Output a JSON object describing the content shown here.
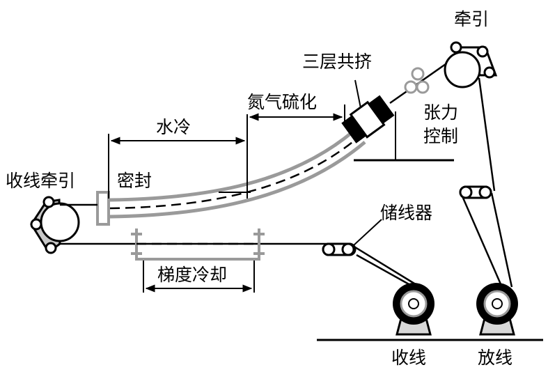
{
  "labels": {
    "traction_top": "牵引",
    "three_layer_coextrusion": "三层共挤",
    "nitrogen_vulcanization": "氮气硫化",
    "water_cooling": "水冷",
    "tension_line1": "张力",
    "tension_line2": "控制",
    "takeup_traction": "收线牵引",
    "seal": "密封",
    "accumulator": "储线器",
    "gradient_cooling": "梯度冷却",
    "takeup": "收线",
    "payoff": "放线"
  }
}
